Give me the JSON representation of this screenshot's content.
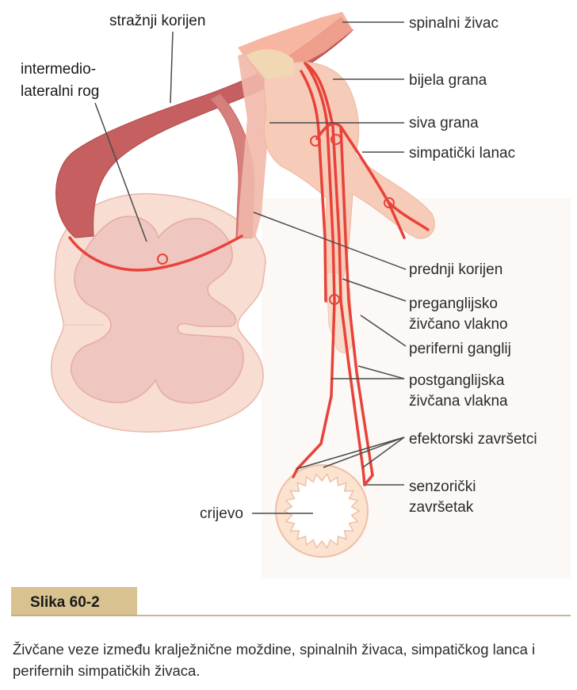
{
  "labels": {
    "straznji_korijen": "stražnji korijen",
    "intermedio_line1": "intermedio-",
    "intermedio_line2": "lateralni rog",
    "spinalni_zivac": "spinalni živac",
    "bijela_grana": "bijela grana",
    "siva_grana": "siva grana",
    "simpaticki_lanac": "simpatički lanac",
    "prednji_korijen": "prednji korijen",
    "preganglijsko_line1": "preganglijsko",
    "preganglijsko_line2": "živčano vlakno",
    "periferni_ganglij": "periferni ganglij",
    "postganglijska_line1": "postganglijska",
    "postganglijska_line2": "živčana vlakna",
    "efektorski_zavrsetci": "efektorski završetci",
    "senzoricki_line1": "senzorički",
    "senzoricki_line2": "završetak",
    "crijevo": "crijevo"
  },
  "figure_tag": "Slika 60-2",
  "caption": "Živčane veze između kralježnične moždine, spinalnih živaca, simpatičkog lanca i perifernih simpatičkih živaca.",
  "colors": {
    "nerve": "#e8423a",
    "root_dark": "#c9605f",
    "root_mid": "#dc8a86",
    "ganglion": "#f5c8b4",
    "cord_outer": "#f7dbd0",
    "cord_gray": "#eec3bd",
    "tag_bg": "#d8c290",
    "intestine": "#fbe3cf"
  }
}
